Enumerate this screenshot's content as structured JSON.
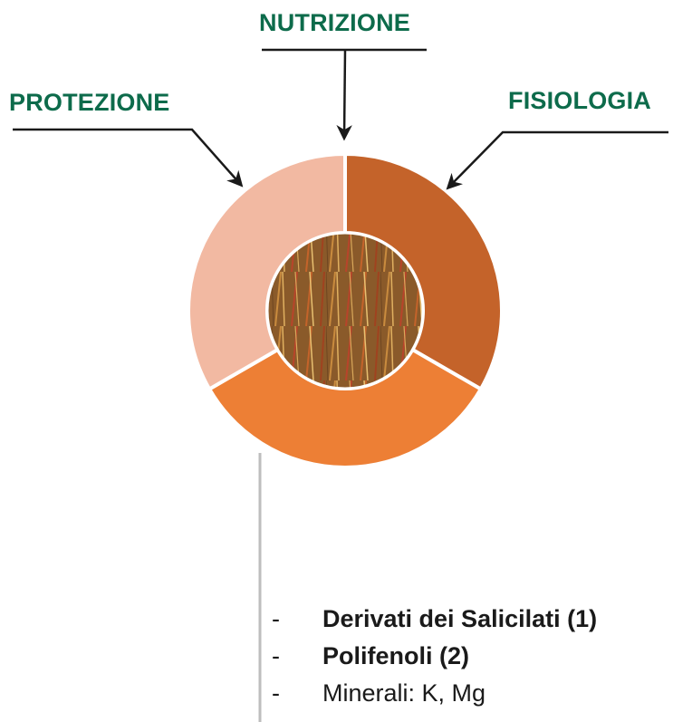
{
  "labels": {
    "nutrizione": "NUTRIZIONE",
    "protezione": "PROTEZIONE",
    "fisiologia": "FISIOLOGIA"
  },
  "segments": [
    {
      "name": "fisiologia",
      "color": "#c4632a"
    },
    {
      "name": "nutrizione",
      "color": "#ed7f35"
    },
    {
      "name": "protezione",
      "color": "#f2b9a2"
    }
  ],
  "center_image": "willow-branches-photo",
  "list": {
    "items": [
      {
        "dash": "-",
        "text": "Derivati dei Salicilati (1)",
        "bold": true
      },
      {
        "dash": "-",
        "text": "Polifenoli (2)",
        "bold": true
      },
      {
        "dash": "-",
        "text": "Minerali: K, Mg",
        "bold": false
      }
    ]
  },
  "colors": {
    "label_green": "#0d6b4b",
    "arrow": "#1a1a1a",
    "connector_line": "#bdbdbd"
  }
}
